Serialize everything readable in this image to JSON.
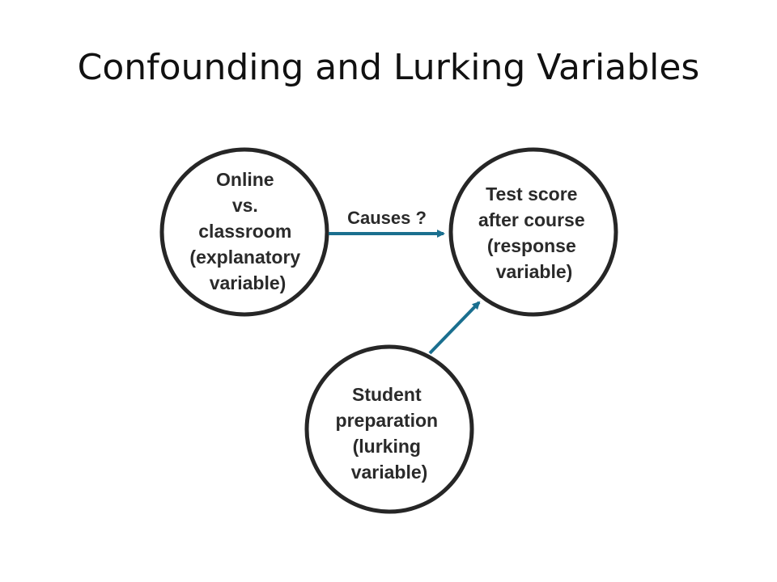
{
  "title": "Confounding and Lurking Variables",
  "colors": {
    "circle_stroke": "#262626",
    "arrow": "#1a6f8f",
    "text": "#2a2a2a"
  },
  "nodes": {
    "explanatory": {
      "lines": [
        "Online",
        "vs.",
        "classroom",
        "(explanatory",
        "variable)"
      ]
    },
    "response": {
      "lines": [
        "Test score",
        "after course",
        "(response",
        "variable)"
      ]
    },
    "lurking": {
      "lines": [
        "Student",
        "preparation",
        "(lurking",
        "variable)"
      ]
    }
  },
  "edges": {
    "causes_label": "Causes ?"
  }
}
